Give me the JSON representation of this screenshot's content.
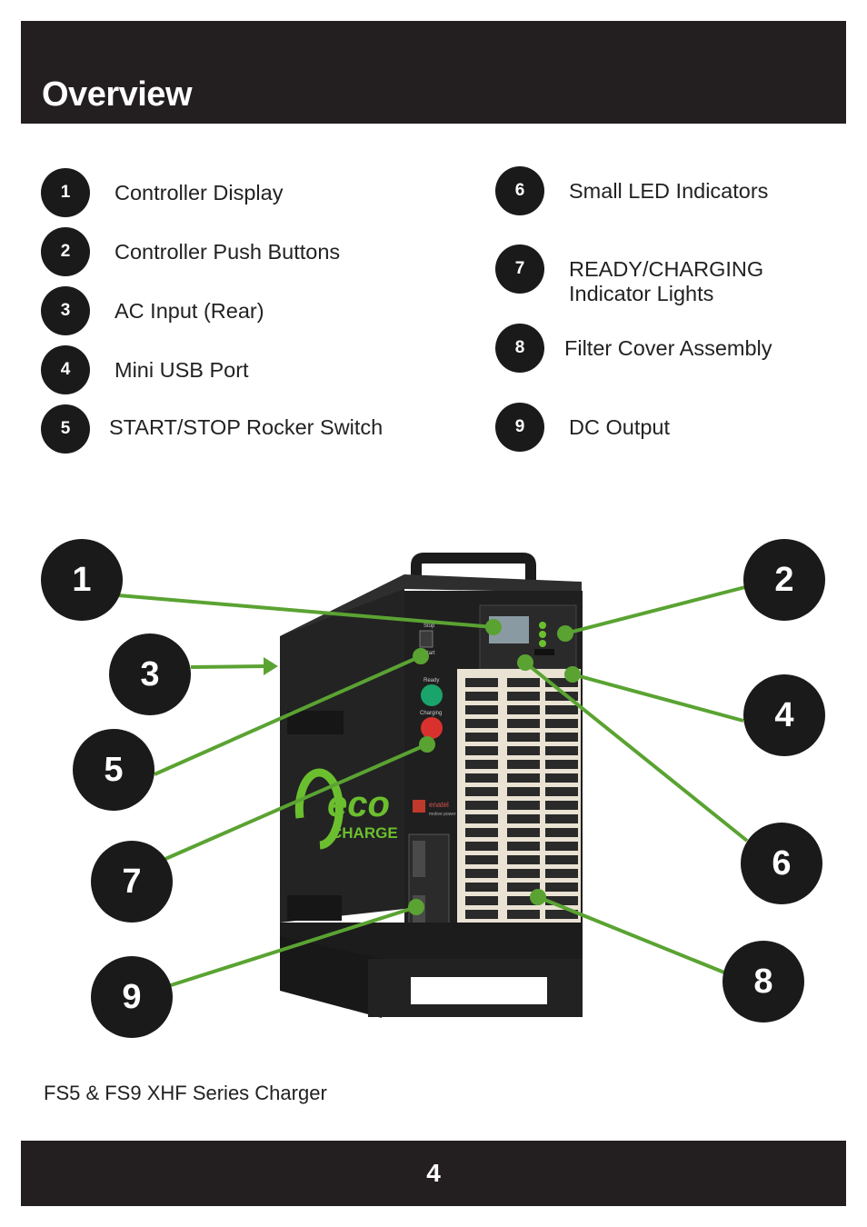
{
  "header": {
    "title": "Overview"
  },
  "legend": [
    {
      "number": "1",
      "label": "Controller Display"
    },
    {
      "number": "2",
      "label": "Controller Push Buttons"
    },
    {
      "number": "3",
      "label": "AC Input (Rear)"
    },
    {
      "number": "4",
      "label": "Mini USB Port"
    },
    {
      "number": "5",
      "label": "START/STOP Rocker Switch"
    },
    {
      "number": "6",
      "label": "Small LED Indicators"
    },
    {
      "number": "7",
      "label": "READY/CHARGING\nIndicator Lights"
    },
    {
      "number": "8",
      "label": "Filter Cover Assembly"
    },
    {
      "number": "9",
      "label": "DC Output"
    }
  ],
  "callouts": [
    "1",
    "2",
    "3",
    "4",
    "5",
    "6",
    "7",
    "8",
    "9"
  ],
  "device": {
    "brand_word": "eco",
    "brand_sub": "CHARGE",
    "panel_labels": {
      "stop": "Stop",
      "start": "Start",
      "ready": "Ready",
      "charging": "Charging"
    },
    "company": "enatel",
    "company_sub": "motive power"
  },
  "caption": "FS5 & FS9 XHF Series Charger",
  "footer": {
    "page_number": "4"
  },
  "colors": {
    "bar": "#231f20",
    "badge": "#1a1a1a",
    "leader": "#5aa332",
    "brand_green": "#6bbf2e"
  }
}
